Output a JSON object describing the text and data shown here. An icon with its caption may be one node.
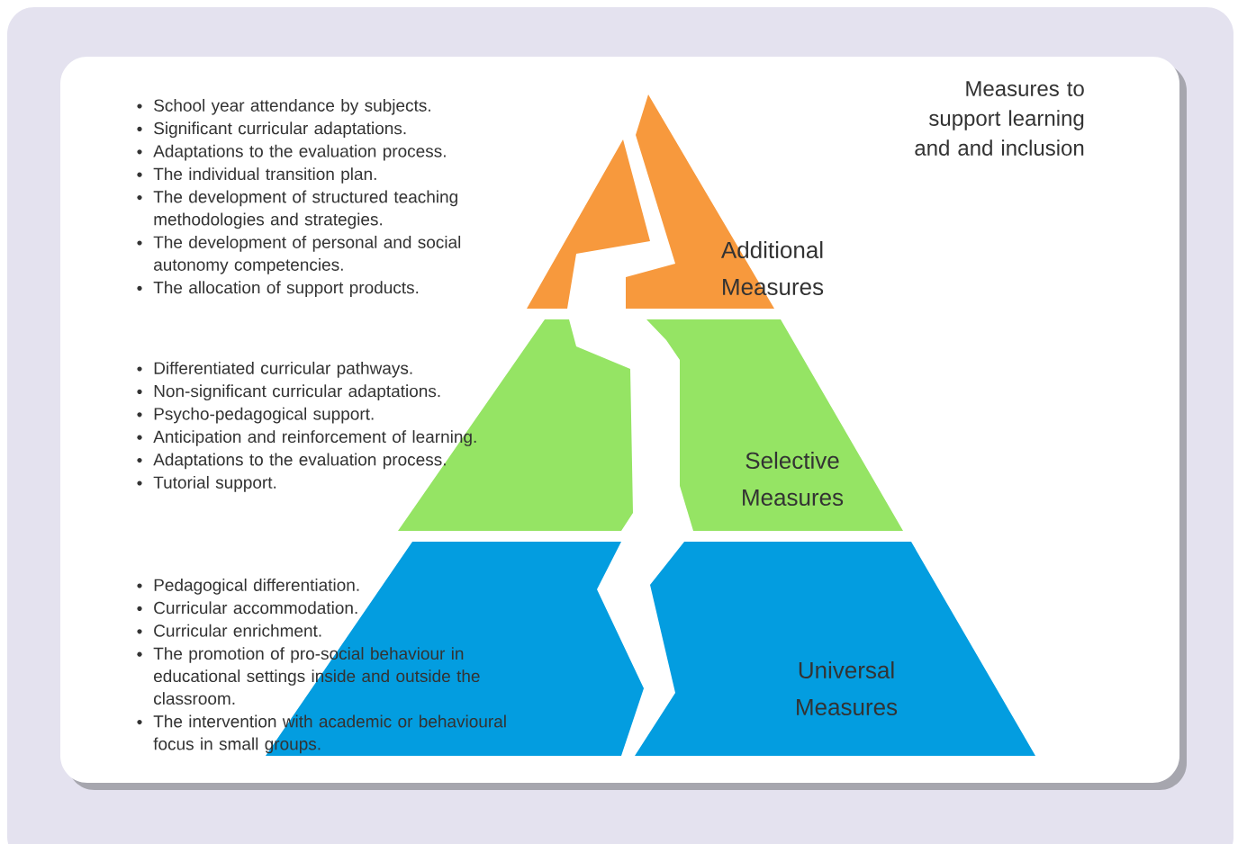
{
  "diagram": {
    "title": "Measures to support learning and and inclusion",
    "nodes": [
      {
        "text": [
          "Additional Measures"
        ],
        "beside": [
          "School year attendance by subjects.",
          "Significant curricular adaptations.",
          "Adaptations to the evaluation process.",
          "The individual transition plan.",
          "The development of structured teaching methodologies and strategies.",
          "The development of personal and social autonomy competencies.",
          "The allocation of support products."
        ]
      },
      {
        "text": [
          "Selective Measures"
        ],
        "beside": [
          "Differentiated curricular pathways.",
          "Non-significant curricular adaptations.",
          "Psycho-pedagogical support.",
          "Anticipation and reinforcement of learning.",
          "Adaptations to the evaluation process.",
          "Tutorial support."
        ]
      },
      {
        "text": [
          "Universal Measures"
        ],
        "beside": [
          "Pedagogical differentiation.",
          "Curricular accommodation.",
          "Curricular enrichment.",
          "The promotion of pro-social behaviour in educational settings inside and outside the classroom.",
          "The intervention with academic or behavioural focus in small groups."
        ]
      }
    ]
  }
}
